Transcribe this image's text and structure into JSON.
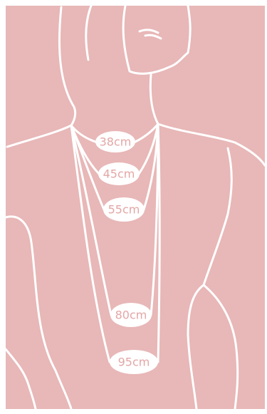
{
  "colors": {
    "background": "#e8b7b7",
    "line": "#ffffff",
    "label_text": "#e4a6a6",
    "label_fill": "#ffffff"
  },
  "necklace_lengths": [
    {
      "label": "38cm"
    },
    {
      "label": "45cm"
    },
    {
      "label": "55cm"
    },
    {
      "label": "80cm"
    },
    {
      "label": "95cm"
    }
  ]
}
